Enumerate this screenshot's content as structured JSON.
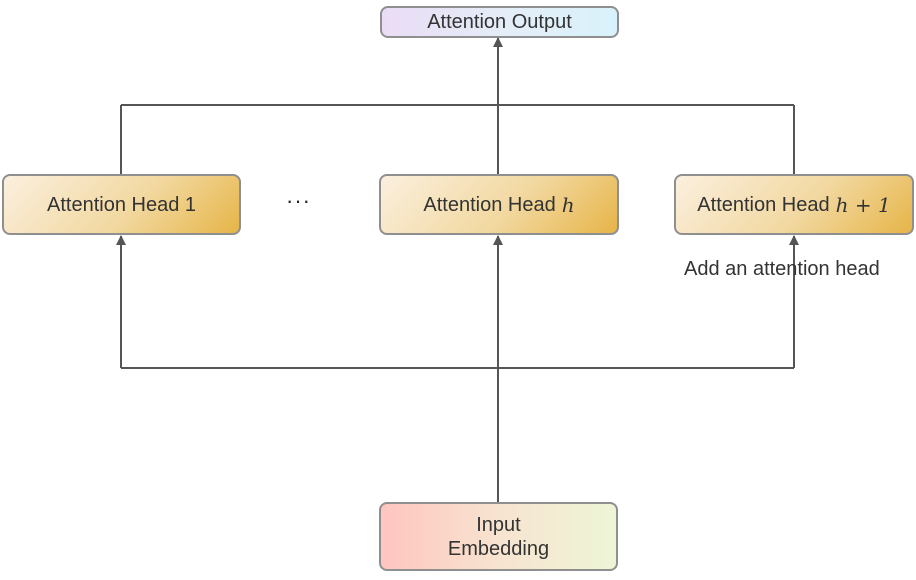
{
  "nodes": {
    "output": {
      "label": "Attention Output"
    },
    "head_1": {
      "label": "Attention Head 1"
    },
    "head_h": {
      "label": "Attention Head",
      "math": "h"
    },
    "head_h_plus_1": {
      "label": "Attention Head",
      "math": "h + 1"
    },
    "input": {
      "line1": "Input",
      "line2": "Embedding"
    }
  },
  "ellipsis": "···",
  "annotation": "Add an attention head",
  "colors": {
    "line": "#555555",
    "border": "#8f8f8f",
    "text": "#333333"
  }
}
